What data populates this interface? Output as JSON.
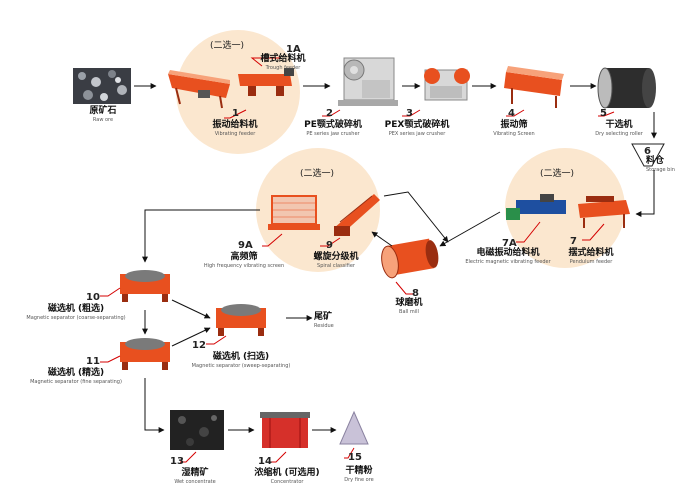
{
  "groups": {
    "g1": "(二选一)",
    "g2": "(二选一)",
    "g3": "(二选一)"
  },
  "nodes": {
    "raw_ore": {
      "num": "",
      "cn": "原矿石",
      "en": "Raw ore"
    },
    "n1": {
      "num": "1",
      "cn": "振动给料机",
      "en": "Vibrating feeder"
    },
    "n1a": {
      "num": "1A",
      "cn": "槽式给料机",
      "en": "Trough feeder"
    },
    "n2": {
      "num": "2",
      "cn": "PE颚式破碎机",
      "en": "PE series jaw crusher"
    },
    "n3": {
      "num": "3",
      "cn": "PEX颚式破碎机",
      "en": "PEX series jaw crusher"
    },
    "n4": {
      "num": "4",
      "cn": "振动筛",
      "en": "Vibrating Screen"
    },
    "n5": {
      "num": "5",
      "cn": "干选机",
      "en": "Dry selecting roller"
    },
    "n6": {
      "num": "6",
      "cn": "料仓",
      "en": "Storage bin"
    },
    "n7": {
      "num": "7",
      "cn": "摆式给料机",
      "en": "Pendulum feeder"
    },
    "n7a": {
      "num": "7A",
      "cn": "电磁振动给料机",
      "en": "Electric magnetic vibrating feeder"
    },
    "n8": {
      "num": "8",
      "cn": "球磨机",
      "en": "Ball mill"
    },
    "n9": {
      "num": "9",
      "cn": "螺旋分级机",
      "en": "Spiral classifier"
    },
    "n9a": {
      "num": "9A",
      "cn": "高频筛",
      "en": "High frequency vibrating screen"
    },
    "n10": {
      "num": "10",
      "cn": "磁选机 (粗选)",
      "en": "Magnetic separator (coarse-separating)"
    },
    "n11": {
      "num": "11",
      "cn": "磁选机 (精选)",
      "en": "Magnetic separator (fine separating)"
    },
    "n12": {
      "num": "12",
      "cn": "磁选机 (扫选)",
      "en": "Magnetic separator (sweep-separating)"
    },
    "tailings": {
      "num": "",
      "cn": "尾矿",
      "en": "Residue"
    },
    "n13": {
      "num": "13",
      "cn": "湿精矿",
      "en": "Wet concentrate"
    },
    "n14": {
      "num": "14",
      "cn": "浓缩机 (可选用)",
      "en": "Concentrator"
    },
    "n15": {
      "num": "15",
      "cn": "干精粉",
      "en": "Dry fine ore"
    }
  },
  "colors": {
    "circle": "#fbe7cf",
    "machine": "#e8501f",
    "machine_dark": "#9a2d10",
    "crusher": "#d8d8d8",
    "arrow": "#111111",
    "leader": "#d40000"
  }
}
